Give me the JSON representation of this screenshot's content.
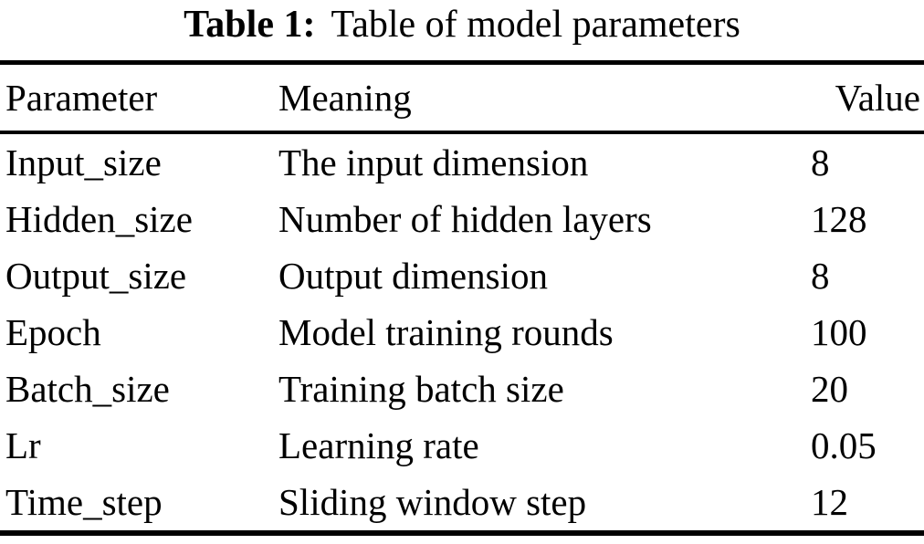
{
  "page": {
    "background_color": "#ffffff",
    "text_color": "#000000",
    "rule_color": "#000000"
  },
  "caption": {
    "label": "Table 1:",
    "title": "Table of model parameters"
  },
  "table": {
    "columns": [
      {
        "key": "parameter",
        "label": "Parameter"
      },
      {
        "key": "meaning",
        "label": "Meaning"
      },
      {
        "key": "value",
        "label": "Value"
      }
    ],
    "rows": [
      {
        "parameter": "Input_size",
        "meaning": "The input dimension",
        "value": "8"
      },
      {
        "parameter": "Hidden_size",
        "meaning": "Number of hidden layers",
        "value": "128"
      },
      {
        "parameter": "Output_size",
        "meaning": "Output dimension",
        "value": "8"
      },
      {
        "parameter": "Epoch",
        "meaning": "Model training rounds",
        "value": "100"
      },
      {
        "parameter": "Batch_size",
        "meaning": "Training batch size",
        "value": "20"
      },
      {
        "parameter": "Lr",
        "meaning": "Learning rate",
        "value": "0.05"
      },
      {
        "parameter": "Time_step",
        "meaning": "Sliding window step",
        "value": "12"
      }
    ]
  }
}
